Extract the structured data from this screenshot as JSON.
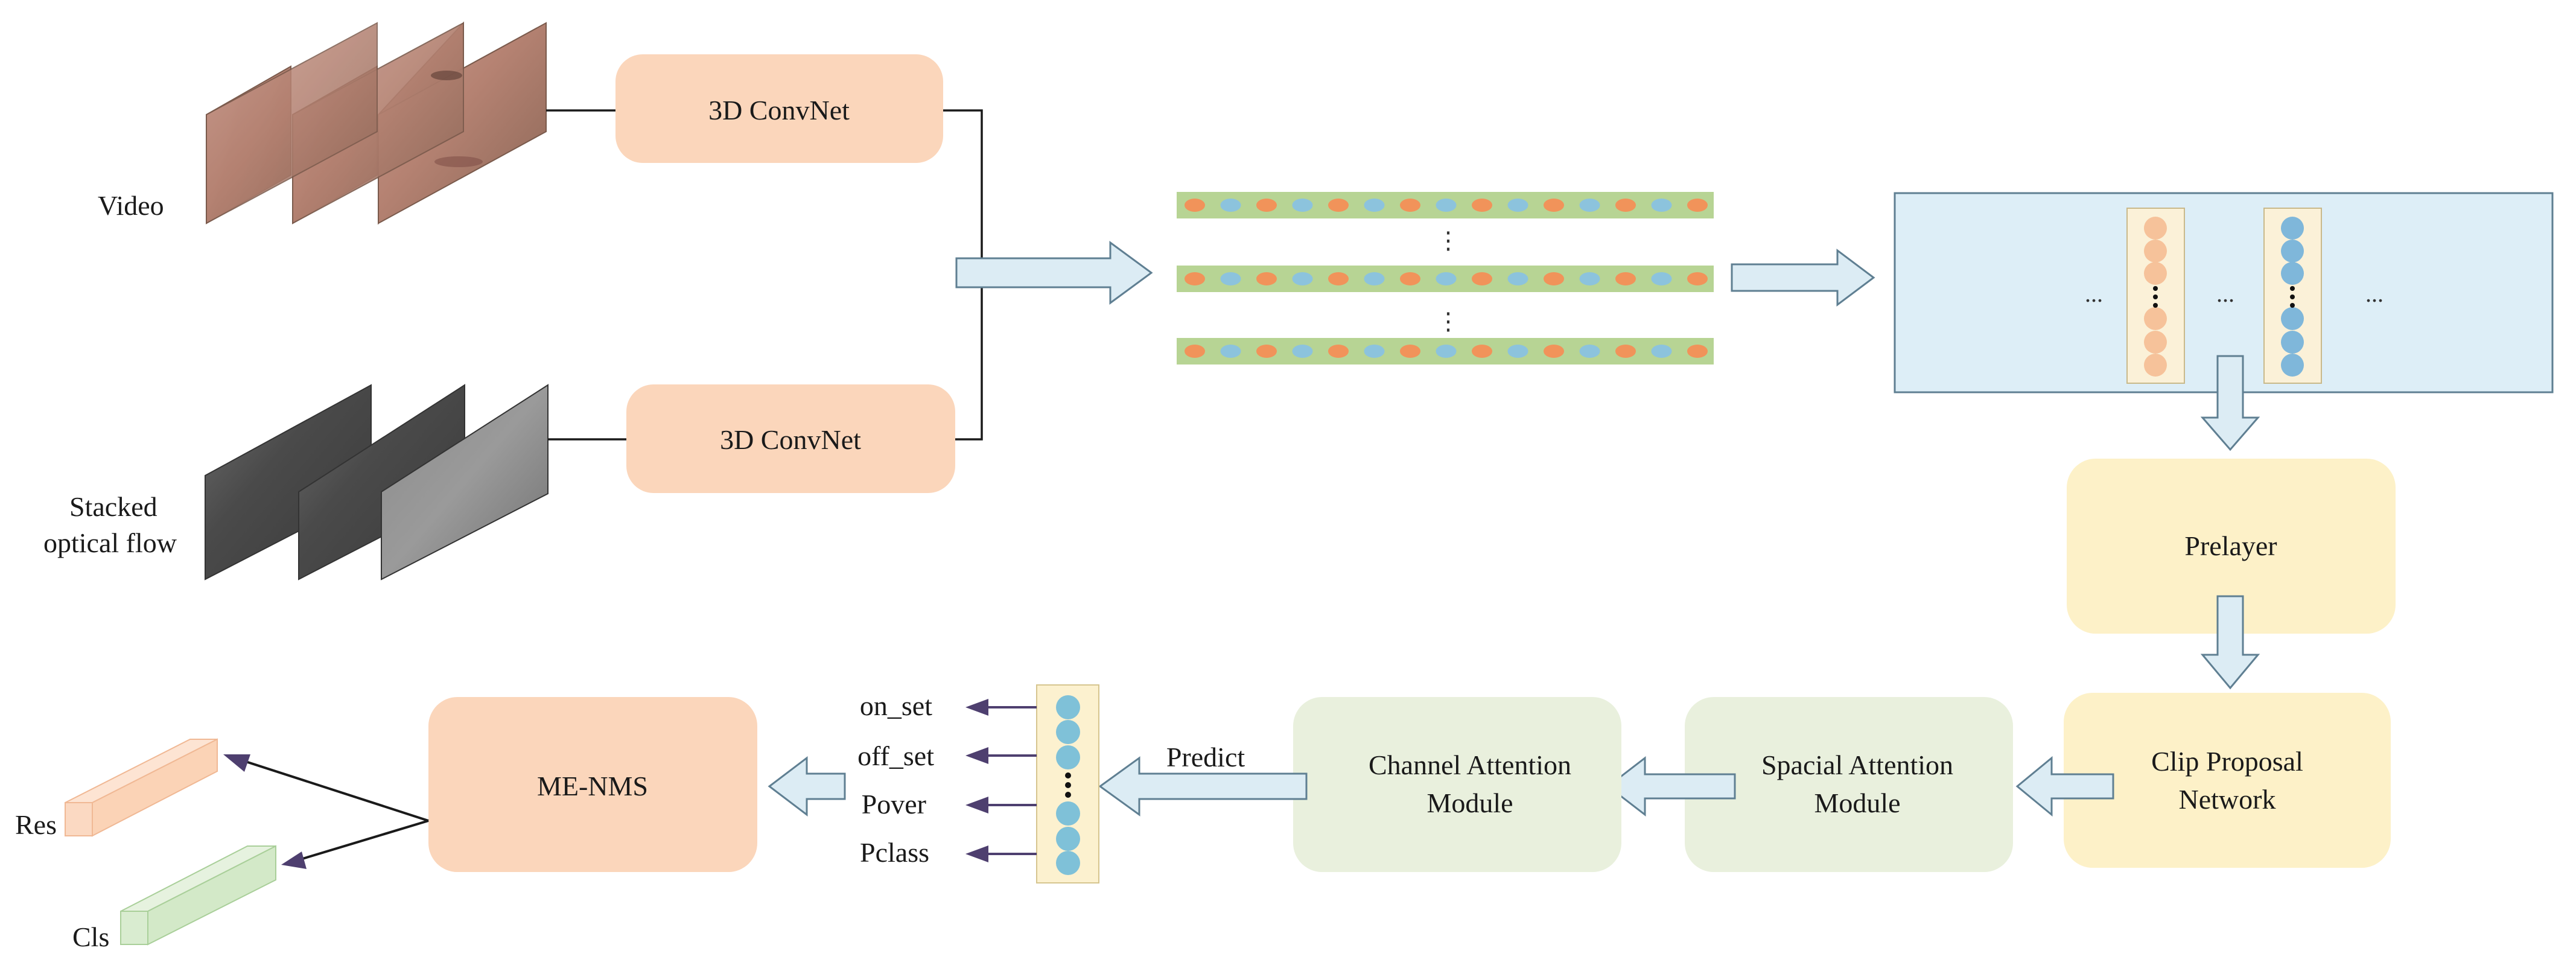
{
  "colors": {
    "convnet_box": "#fbd6bb",
    "nms_box": "#fbd6bb",
    "prelayer_box": "#fdf1c8",
    "clip_box": "#fdf1c8",
    "attention_box": "#e9f0dd",
    "feature_band": "#b7d494",
    "feature_orange": "#f1935a",
    "feature_blue": "#8cc3dd",
    "panel_fill": "#ddeef7",
    "panel_stroke": "#5f7f92",
    "arrow_fill": "#dcecf4",
    "pred_column": "#fcf1cf",
    "pred_circle": "#7fc1d8",
    "small_arrow": "#4e3f6f",
    "res_block": "#fbd9c2",
    "cls_block": "#d9ecd0"
  },
  "inputs": {
    "video_label": "Video",
    "flow_label_line1": "Stacked",
    "flow_label_line2": "optical flow"
  },
  "boxes": {
    "convnet_top": "3D ConvNet",
    "convnet_bottom": "3D  ConvNet",
    "prelayer": "Prelayer",
    "clip_line1": "Clip Proposal",
    "clip_line2": "Network",
    "spacial_line1": "Spacial Attention",
    "spacial_line2": "Module",
    "channel_line1": "Channel Attention",
    "channel_line2": "Module",
    "menms": "ME-NMS"
  },
  "features": {
    "ellipsis": "...",
    "vertical_dots": "⋮"
  },
  "prediction": {
    "predict_label": "Predict",
    "outputs": [
      "on_set",
      "off_set",
      "Pover",
      "Pclass"
    ]
  },
  "results": {
    "res_label": "Res",
    "cls_label": "Cls"
  }
}
